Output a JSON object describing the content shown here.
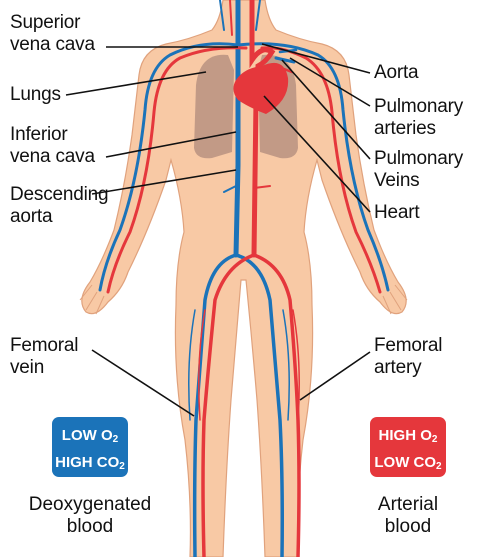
{
  "labels": {
    "superior_vena_cava": [
      "Superior",
      "vena cava"
    ],
    "lungs": "Lungs",
    "inferior_vena_cava": [
      "Inferior",
      "vena cava"
    ],
    "descending_aorta": [
      "Descending",
      "aorta"
    ],
    "aorta": "Aorta",
    "pulmonary_arteries": [
      "Pulmonary",
      "arteries"
    ],
    "pulmonary_veins": [
      "Pulmonary",
      "Veins"
    ],
    "heart": "Heart",
    "femoral_vein": [
      "Femoral",
      "vein"
    ],
    "femoral_artery": [
      "Femoral",
      "artery"
    ]
  },
  "deoxygenated": {
    "line1": "LOW O",
    "line1_sub": "2",
    "line2": "HIGH CO",
    "line2_sub": "2",
    "caption": [
      "Deoxygenated",
      "blood"
    ],
    "color": "#1b73b9"
  },
  "arterial": {
    "line1": "HIGH O",
    "line1_sub": "2",
    "line2": "LOW CO",
    "line2_sub": "2",
    "caption": [
      "Arterial",
      "blood"
    ],
    "color": "#e5373c"
  },
  "colors": {
    "skin": "#f8c9a5",
    "skin_outline": "#e0a27d",
    "lungs": "#c29a86",
    "vein": "#1b73b9",
    "artery": "#e5373c"
  }
}
